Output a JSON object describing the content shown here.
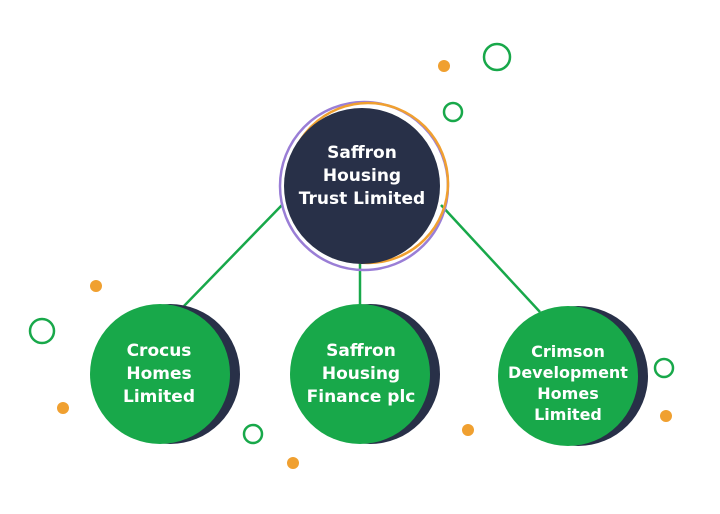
{
  "colors": {
    "primary_node": "#283048",
    "child_node": "#18a84a",
    "node_shadow": "#283048",
    "connector": "#18a84a",
    "ring_orange": "#f0a030",
    "ring_purple": "#9a7ed6",
    "dot_orange": "#f0a030",
    "ring_green": "#18a84a",
    "text": "#ffffff"
  },
  "parent": {
    "label": "Saffron\nHousing\nTrust Limited"
  },
  "children": [
    {
      "label": "Crocus\nHomes\nLimited"
    },
    {
      "label": "Saffron\nHousing\nFinance plc"
    },
    {
      "label": "Crimson\nDevelopment\nHomes\nLimited"
    }
  ],
  "decorations": [
    {
      "kind": "orange-dot"
    },
    {
      "kind": "green-ring"
    },
    {
      "kind": "green-ring"
    },
    {
      "kind": "orange-dot"
    },
    {
      "kind": "green-ring"
    },
    {
      "kind": "orange-dot"
    },
    {
      "kind": "green-ring"
    },
    {
      "kind": "orange-dot"
    },
    {
      "kind": "orange-dot"
    },
    {
      "kind": "green-ring"
    },
    {
      "kind": "orange-dot"
    }
  ]
}
